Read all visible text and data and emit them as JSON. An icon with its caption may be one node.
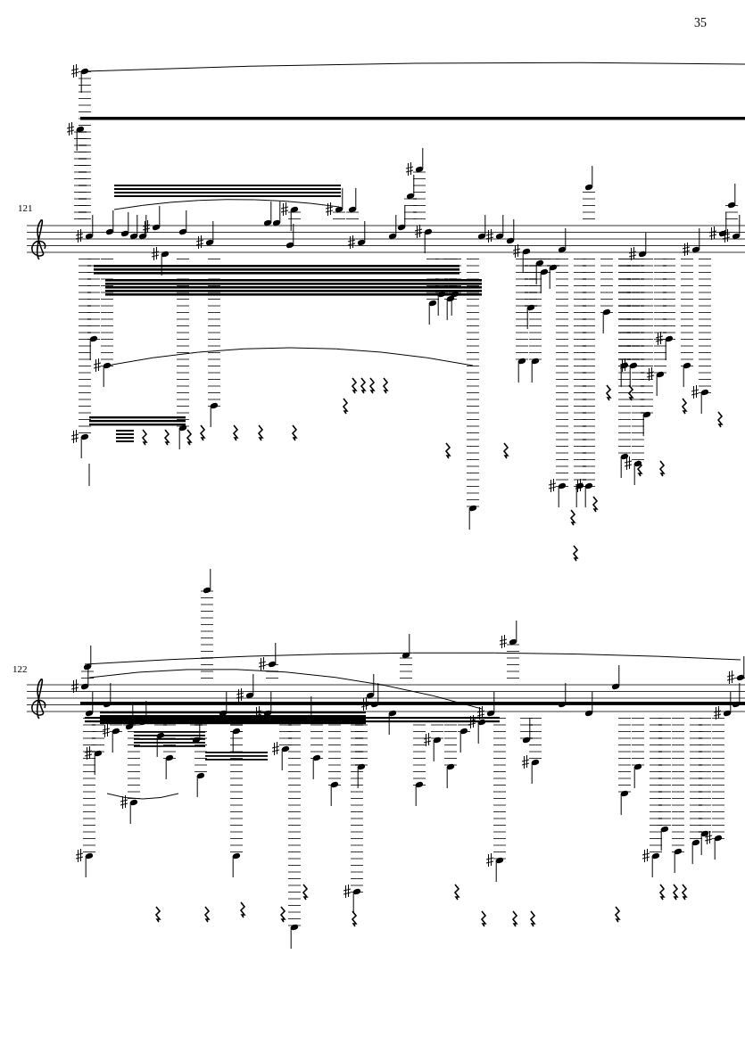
{
  "diagram": {
    "labels": [
      "35",
      "121",
      "122"
    ]
  }
}
